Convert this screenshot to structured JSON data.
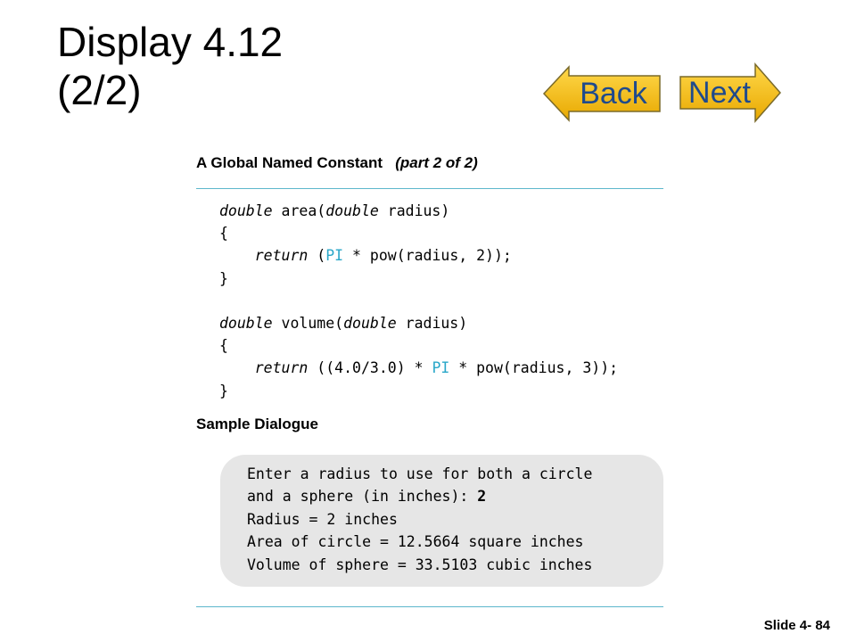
{
  "slide": {
    "title_line1": "Display 4.12",
    "title_line2": "(2/2)",
    "number": "Slide 4- 84"
  },
  "nav": {
    "back_label": "Back",
    "next_label": "Next",
    "button_fill": "#f5b800",
    "label_color": "#1f4a8c"
  },
  "figure": {
    "title": "A Global Named Constant",
    "title_part": "(part 2 of 2)",
    "code": {
      "line1": {
        "kw1": "double",
        "t1": " area(",
        "kw2": "double",
        "t2": " radius)"
      },
      "line2": "{",
      "line3": {
        "indent": "    ",
        "kw": "return",
        "t1": " (",
        "pi": "PI",
        "t2": " * pow(radius, 2));"
      },
      "line4": "}",
      "line5": {
        "kw1": "double",
        "t1": " volume(",
        "kw2": "double",
        "t2": " radius)"
      },
      "line6": "{",
      "line7": {
        "indent": "    ",
        "kw": "return",
        "t1": " ((4.0/3.0) * ",
        "pi": "PI",
        "t2": " * pow(radius, 3));"
      },
      "line8": "}"
    },
    "sample_heading": "Sample Dialogue",
    "dialogue": {
      "line1": "Enter a radius to use for both a circle",
      "line2_text": "and a sphere (in inches): ",
      "line2_input": "2",
      "line3": "Radius = 2 inches",
      "line4": "Area of circle = 12.5664 square inches",
      "line5": "Volume of sphere = 33.5103 cubic inches"
    },
    "rule_color": "#5db7cc",
    "constant_color": "#2aa7c9"
  }
}
